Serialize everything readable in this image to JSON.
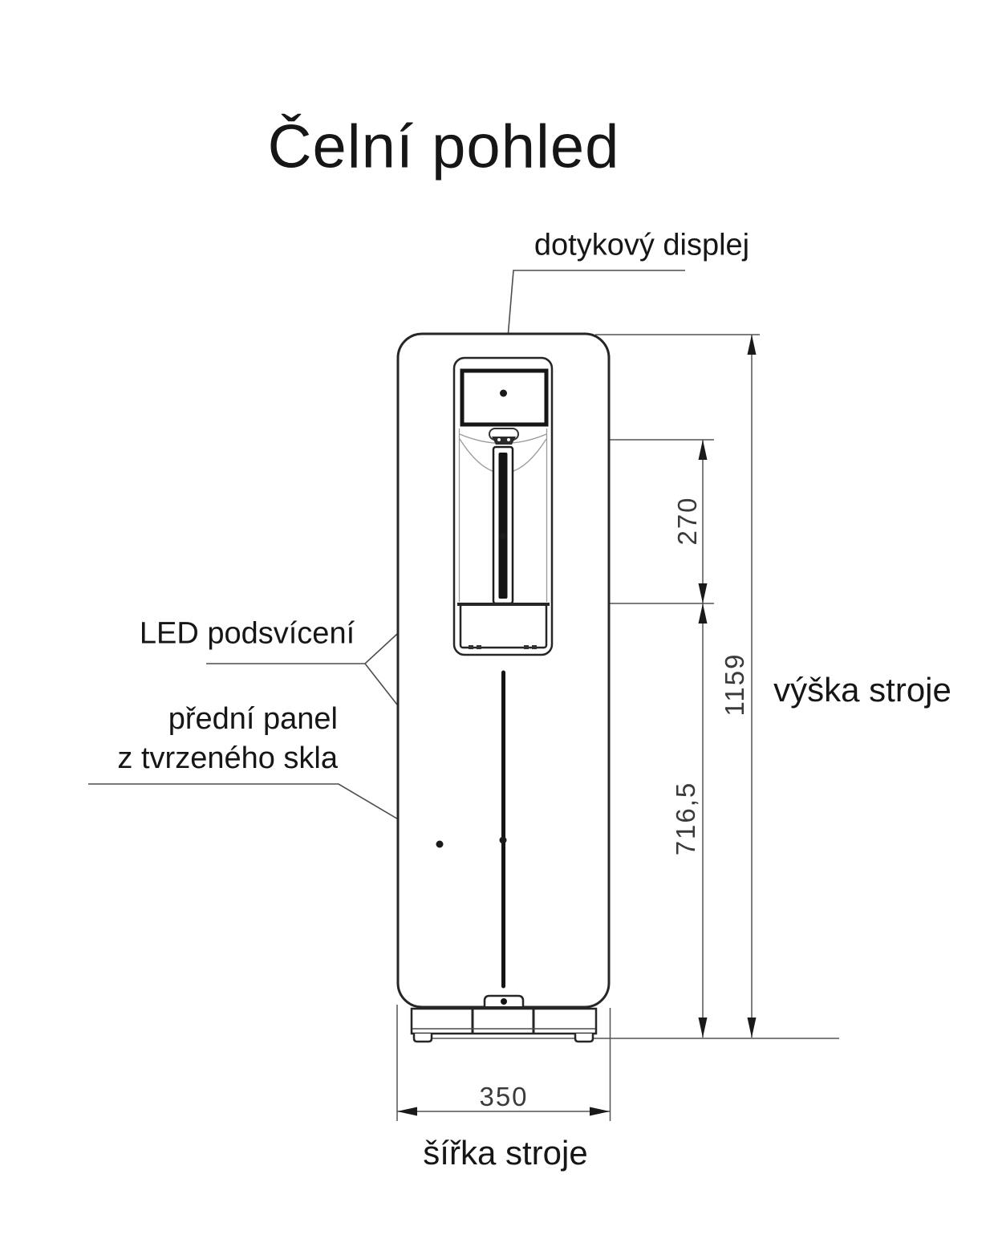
{
  "title": "Čelní pohled",
  "labels": {
    "touch_display": "dotykový displej",
    "led_backlight": "LED podsvícení",
    "front_panel_line1": "přední panel",
    "front_panel_line2": "z tvrzeného skla"
  },
  "dimensions": {
    "nozzle_to_tray": "270",
    "tray_to_floor": "716,5",
    "machine_height": "1159",
    "machine_width": "350"
  },
  "captions": {
    "height": "výška stroje",
    "width": "šířka stroje"
  },
  "colors": {
    "background": "#ffffff",
    "text": "#161616",
    "drawing_line": "#262626",
    "dimension_line": "#555555"
  }
}
